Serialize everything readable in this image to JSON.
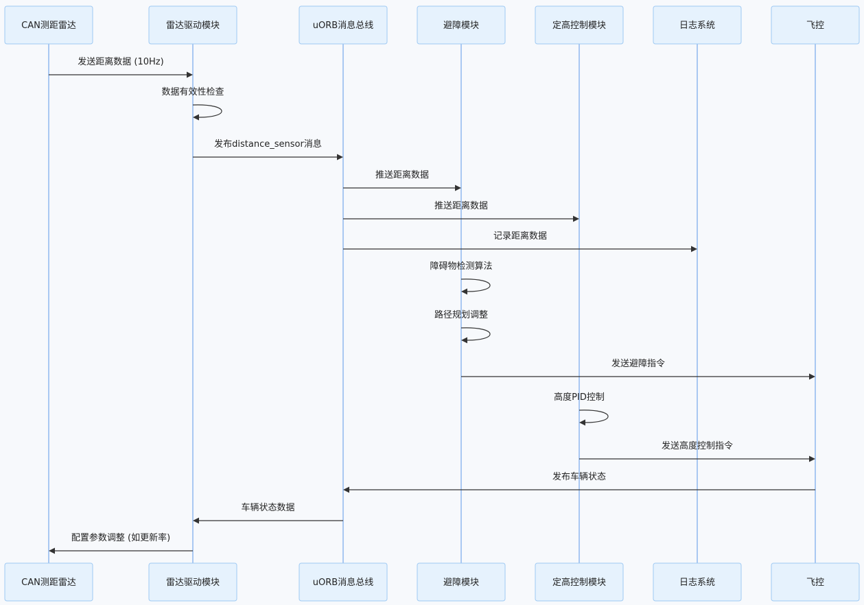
{
  "participants": [
    {
      "id": "radar",
      "label": "CAN测距雷达"
    },
    {
      "id": "driver",
      "label": "雷达驱动模块"
    },
    {
      "id": "uorb",
      "label": "uORB消息总线"
    },
    {
      "id": "avoid",
      "label": "避障模块"
    },
    {
      "id": "alt",
      "label": "定高控制模块"
    },
    {
      "id": "log",
      "label": "日志系统"
    },
    {
      "id": "fc",
      "label": "飞控"
    }
  ],
  "messages": [
    {
      "from": "radar",
      "to": "driver",
      "label": "发送距离数据 (10Hz)"
    },
    {
      "from": "driver",
      "to": "driver",
      "label": "数据有效性检查"
    },
    {
      "from": "driver",
      "to": "uorb",
      "label": "发布distance_sensor消息"
    },
    {
      "from": "uorb",
      "to": "avoid",
      "label": "推送距离数据"
    },
    {
      "from": "uorb",
      "to": "alt",
      "label": "推送距离数据"
    },
    {
      "from": "uorb",
      "to": "log",
      "label": "记录距离数据"
    },
    {
      "from": "avoid",
      "to": "avoid",
      "label": "障碍物检测算法"
    },
    {
      "from": "avoid",
      "to": "avoid",
      "label": "路径规划调整"
    },
    {
      "from": "avoid",
      "to": "fc",
      "label": "发送避障指令"
    },
    {
      "from": "alt",
      "to": "alt",
      "label": "高度PID控制"
    },
    {
      "from": "alt",
      "to": "fc",
      "label": "发送高度控制指令"
    },
    {
      "from": "fc",
      "to": "uorb",
      "label": "发布车辆状态"
    },
    {
      "from": "uorb",
      "to": "driver",
      "label": "车辆状态数据"
    },
    {
      "from": "driver",
      "to": "radar",
      "label": "配置参数调整 (如更新率)"
    }
  ],
  "colors": {
    "background": "#f7f9fc",
    "actor_fill": "#e6f2fd",
    "actor_border": "#9ec9f2",
    "lifeline": "#8fb8ee",
    "message": "#333333"
  }
}
